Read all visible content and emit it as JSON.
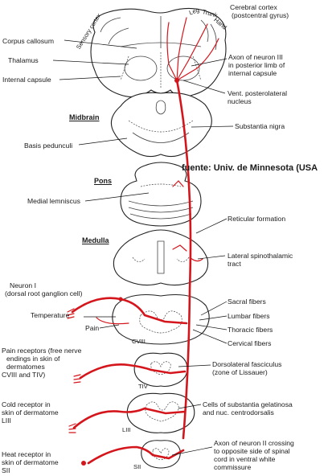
{
  "colors": {
    "pathway": "#d4161c",
    "outline": "#222222"
  },
  "cortex": {
    "sensory_cortex": "Sensory cortex",
    "leg": "Leg",
    "trunk": "Trunk",
    "hand": "Hand",
    "cerebral_cortex": "Cerebral cortex",
    "postcentral_gyrus": "(postcentral gyrus)"
  },
  "left_labels": {
    "corpus_callosum": "Corpus callosum",
    "thalamus": "Thalamus",
    "internal_capsule": "Internal capsule",
    "midbrain": "Midbrain",
    "basis_pedunculi": "Basis pedunculi",
    "pons": "Pons",
    "medial_lemniscus": "Medial lemniscus",
    "medulla": "Medulla",
    "neuron_1_line1": "Neuron I",
    "neuron_1_line2": "(dorsal root ganglion cell)",
    "temperature": "Temperature",
    "pain": "Pain",
    "cviii": "CVIII",
    "pain_receptors_line1": "Pain receptors (free nerve",
    "pain_receptors_line2": "endings in skin of",
    "pain_receptors_line3": "dermatomes",
    "pain_receptors_line4": "CVIII and TIV)",
    "tiv": "TIV",
    "cold_line1": "Cold receptor in",
    "cold_line2": "skin of dermatome",
    "cold_line3": "LIII",
    "liii": "LIII",
    "heat_line1": "Heat receptor in",
    "heat_line2": "skin of dermatome",
    "heat_line3": "SII",
    "sii": "SII"
  },
  "right_labels": {
    "axon_neuron3_line1": "Axon of neuron III",
    "axon_neuron3_line2": "in posterior limb of",
    "axon_neuron3_line3": "internal capsule",
    "vpl_line1": "Vent. posterolateral",
    "vpl_line2": "nucleus",
    "substantia_nigra": "Substantia nigra",
    "reticular_formation": "Reticular formation",
    "lateral_spinothalamic_line1": "Lateral spinothalamic",
    "lateral_spinothalamic_line2": "tract",
    "sacral_fibers": "Sacral fibers",
    "lumbar_fibers": "Lumbar fibers",
    "thoracic_fibers": "Thoracic fibers",
    "cervical_fibers": "Cervical fibers",
    "dorsolateral_line1": "Dorsolateral fasciculus",
    "dorsolateral_line2": "(zone of Lissauer)",
    "gelatinosa_line1": "Cells of substantia gelatinosa",
    "gelatinosa_line2": "and nuc. centrodorsalis",
    "axon_neuron2_line1": "Axon of neuron II crossing",
    "axon_neuron2_line2": "to opposite side of spinal",
    "axon_neuron2_line3": "cord in ventral white",
    "axon_neuron2_line4": "commissure"
  },
  "credit": "fuente: Univ. de Minnesota (USA"
}
